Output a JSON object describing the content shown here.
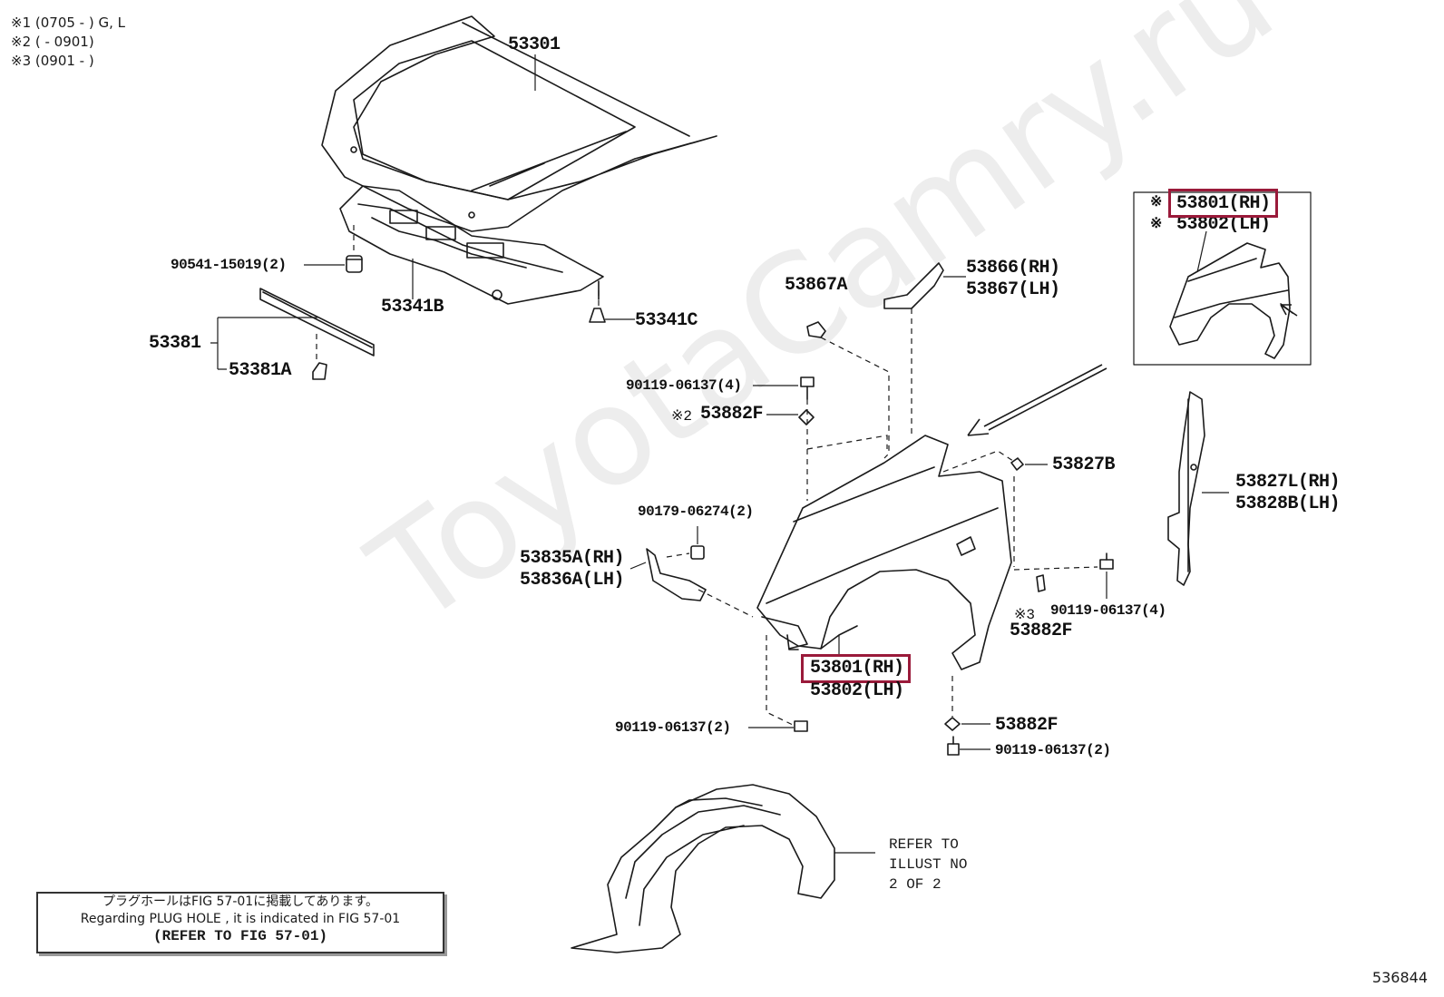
{
  "legend": [
    "※1 (0705 -     ) G, L",
    "※2 (     - 0901)",
    "※3 (0901 -     )"
  ],
  "watermark": "ToyotaCamry.ru",
  "labels": {
    "hood": "53301",
    "hood_cushion": "90541-15019(2)",
    "hood_insulator": "53341B",
    "hood_clip": "53341C",
    "seal": "53381",
    "seal_clip": "53381A",
    "ext_fender_rh": "53801(RH)",
    "ext_fender_lh": "53802(LH)",
    "ext_mark_1": "※",
    "ext_mark_2": "※",
    "bracket_rh": "53866(RH)",
    "bracket_lh": "53867(LH)",
    "bracket_a": "53867A",
    "bolt_top": "90119-06137(4)",
    "washer_top_mark": "※2",
    "washer_top": "53882F",
    "clip_b": "53827B",
    "seal_l_rh": "53827L(RH)",
    "seal_b_lh": "53828B(LH)",
    "nut": "90179-06274(2)",
    "brace_rh": "53835A(RH)",
    "brace_lh": "53836A(LH)",
    "bolt_right": "90119-06137(4)",
    "washer_right_mark": "※3",
    "washer_right": "53882F",
    "fender_rh": "53801(RH)",
    "fender_lh": "53802(LH)",
    "bolt_bottom_left": "90119-06137(2)",
    "washer_bottom": "53882F",
    "bolt_bottom_right": "90119-06137(2)"
  },
  "refer_text": "REFER TO\nILLUST NO\n2 OF 2",
  "note": {
    "japanese": "プラグホールはFIG 57-01に掲載してあります。",
    "english": "Regarding  PLUG  HOLE , it is indicated in  FIG  57-01",
    "reference": "(REFER TO FIG 57-01)"
  },
  "figure_number": "536844",
  "colors": {
    "highlight": "#9a1a3a",
    "line": "#1a1a1a"
  }
}
